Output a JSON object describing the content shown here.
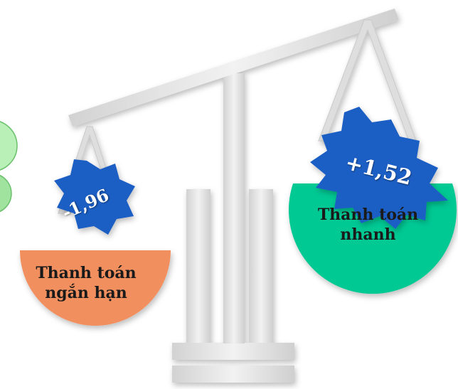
{
  "left_pan": {
    "label_line1": "Thanh toán",
    "label_line2": "ngắn hạn",
    "value": "-1,96",
    "color": "#F28F5E",
    "badge_color": "#1F5FC4"
  },
  "right_pan": {
    "label_line1": "Thanh toán",
    "label_line2": "nhanh",
    "value": "+1,52",
    "color": "#00C994",
    "badge_color": "#1F5FC4"
  },
  "side_shapes": {
    "color": "#B8F0B8"
  },
  "scale": {
    "color": "#E6E6E6"
  }
}
